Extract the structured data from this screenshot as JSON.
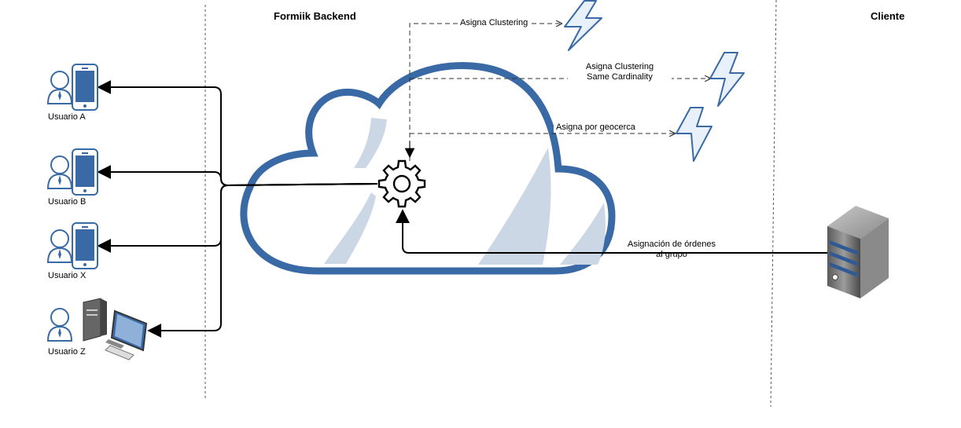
{
  "headers": {
    "backend": "Formiik  Backend",
    "client": "Cliente"
  },
  "users": [
    {
      "label": "Usuario A",
      "device": "mobile"
    },
    {
      "label": "Usuario B",
      "device": "mobile"
    },
    {
      "label": "Usuario X",
      "device": "mobile"
    },
    {
      "label": "Usuario Z",
      "device": "desktop"
    }
  ],
  "edges": {
    "clustering": "Asigna Clustering",
    "same_cardinality_line1": "Asigna Clustering",
    "same_cardinality_line2": "Same Cardinality",
    "geofence": "Asigna por geocerca",
    "orders_line1": "Asignación de órdenes",
    "orders_line2": "al grupo"
  },
  "colors": {
    "cloud_stroke": "#3a6aa5",
    "cloud_shade": "#ccd7e6",
    "bolt_stroke": "#3a6aa5",
    "bolt_fill": "#e8f0fa",
    "user_icon": "#3a6aa5",
    "server_body": "#7d7d7d"
  },
  "icons": [
    "user-icon",
    "mobile-phone-icon",
    "desktop-computer-icon",
    "gear-icon",
    "lightning-bolt-icon",
    "server-icon",
    "cloud-icon"
  ]
}
